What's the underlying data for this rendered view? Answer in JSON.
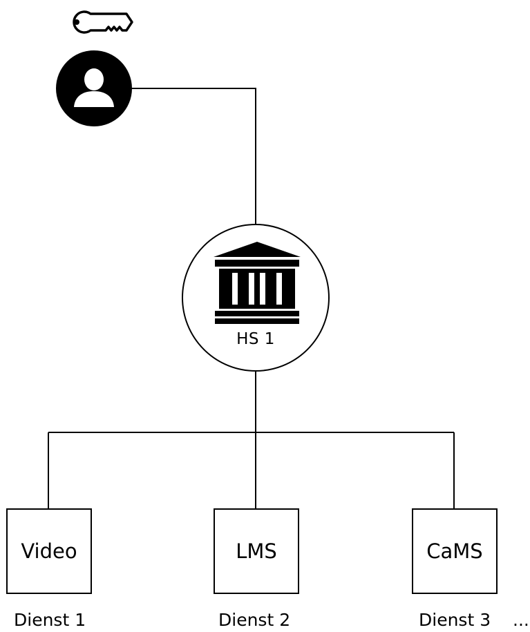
{
  "institution": {
    "label": "HS 1"
  },
  "services": [
    {
      "name": "Video",
      "caption": "Dienst 1"
    },
    {
      "name": "LMS",
      "caption": "Dienst 2"
    },
    {
      "name": "CaMS",
      "caption": "Dienst 3"
    }
  ],
  "more_indicator": "...",
  "icons": {
    "credential": "key-icon",
    "user": "user-icon",
    "institution": "building-icon"
  },
  "colors": {
    "stroke": "#000000",
    "fill": "#ffffff"
  }
}
